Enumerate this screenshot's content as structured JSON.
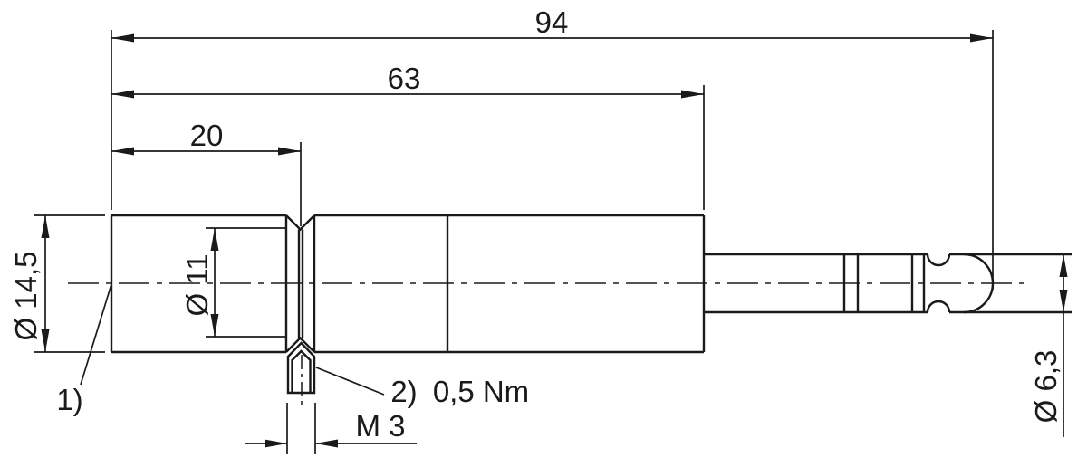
{
  "drawing": {
    "colors": {
      "line": "#1a1a1a",
      "background": "#ffffff"
    },
    "labels": {
      "dim_overall_length": "94",
      "dim_body_length": "63",
      "dim_head_length": "20",
      "dia_head": "Ø 14,5",
      "dia_groove": "Ø 11",
      "dia_connector": "Ø 6,3",
      "thread": "M 3",
      "note1": "1)",
      "note2": "2)",
      "torque": "0,5 Nm"
    }
  }
}
